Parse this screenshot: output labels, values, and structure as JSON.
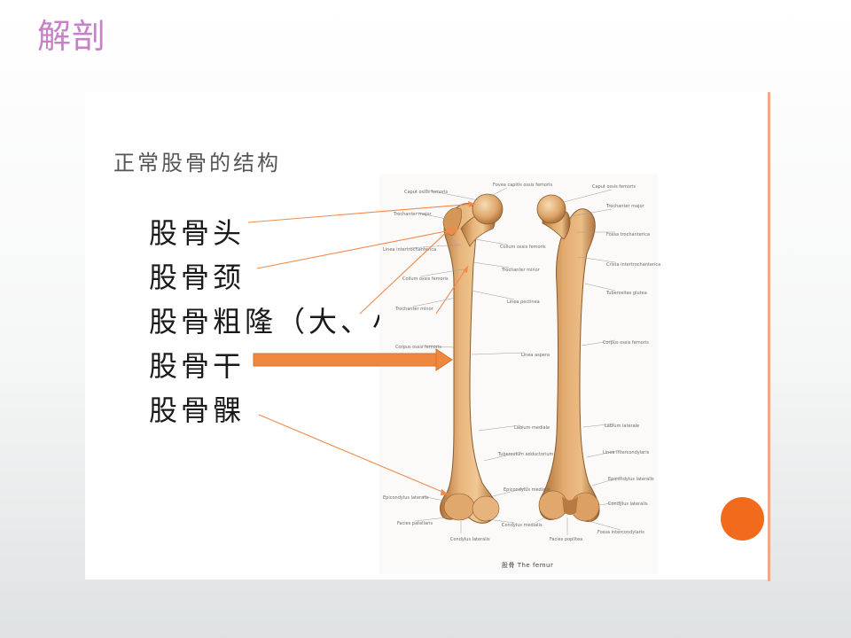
{
  "slide": {
    "title": "解剖",
    "subtitle": "正常股骨的结构",
    "terms": [
      "股骨头",
      "股骨颈",
      "股骨粗隆（大、小）",
      "股骨干",
      "股骨髁"
    ],
    "caption": "股骨  The femur"
  },
  "figure": {
    "image": "femur-anatomy-illustration",
    "view_labels": [
      "Caput ossis femoris",
      "Fovea capitis ossis femoris",
      "Trochanter major",
      "Collum ossis femoris",
      "Trochanter minor",
      "Linea intertrochanterica",
      "Linea pectinea",
      "Corpus ossis femoris",
      "Linea aspera",
      "Labium mediale",
      "Labium laterale",
      "Tuberculum adductorium",
      "Epicondylus lateralis",
      "Epicondylus medialis",
      "Condylus medialis",
      "Condylus lateralis",
      "Facies patellaris",
      "Fossa intercondylaris",
      "Tuberositas glutea",
      "Crista intertrochanterica"
    ]
  },
  "colors": {
    "title": "#c582c9",
    "accent": "#f26a1b",
    "accent_line": "#f4a58a",
    "pointer": "#f08a4b",
    "bone": "#d99c5c"
  }
}
